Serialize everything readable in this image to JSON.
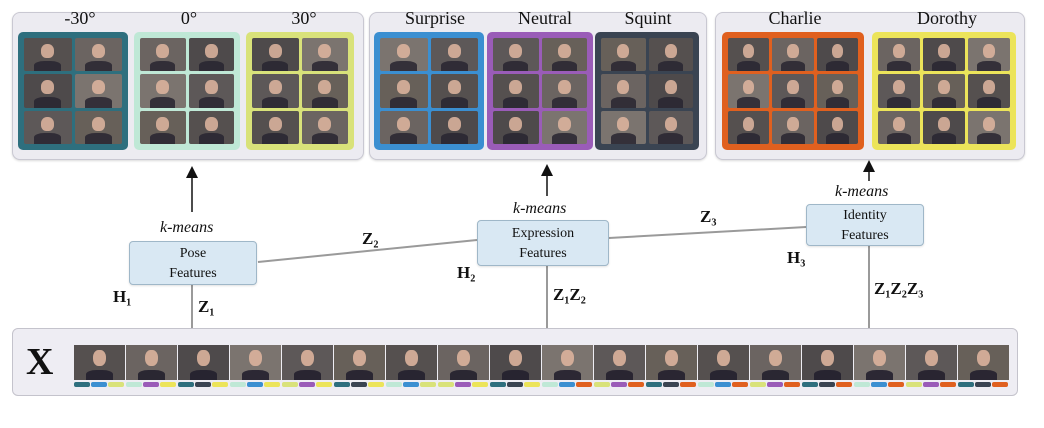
{
  "colors": {
    "neg30": "#2e6f7e",
    "zero": "#bfe8d6",
    "pos30": "#d9e27a",
    "surprise": "#3b8fd1",
    "neutral": "#9a5cb8",
    "squint": "#3a4452",
    "charlie": "#e0601f",
    "dorothy": "#ece45a",
    "arrow": "#111111",
    "line": "#9a9a9a"
  },
  "groups": {
    "pose": [
      "-30°",
      "0°",
      "30°"
    ],
    "expression": [
      "Surprise",
      "Neutral",
      "Squint"
    ],
    "identity": [
      "Charlie",
      "Dorothy"
    ]
  },
  "kmeans": "k-means",
  "nodes": {
    "pose": [
      "Pose",
      "Features"
    ],
    "expression": [
      "Expression",
      "Features"
    ],
    "identity": [
      "Identity",
      "Features"
    ]
  },
  "labels": {
    "z2": "Z₂",
    "z3": "Z₃",
    "h1": "H₁",
    "h2": "H₂",
    "h3": "H₃",
    "z1": "Z₁",
    "z1z2": "Z₁Z₂",
    "z1z2z3": "Z₁Z₂Z₃",
    "x": "X"
  }
}
